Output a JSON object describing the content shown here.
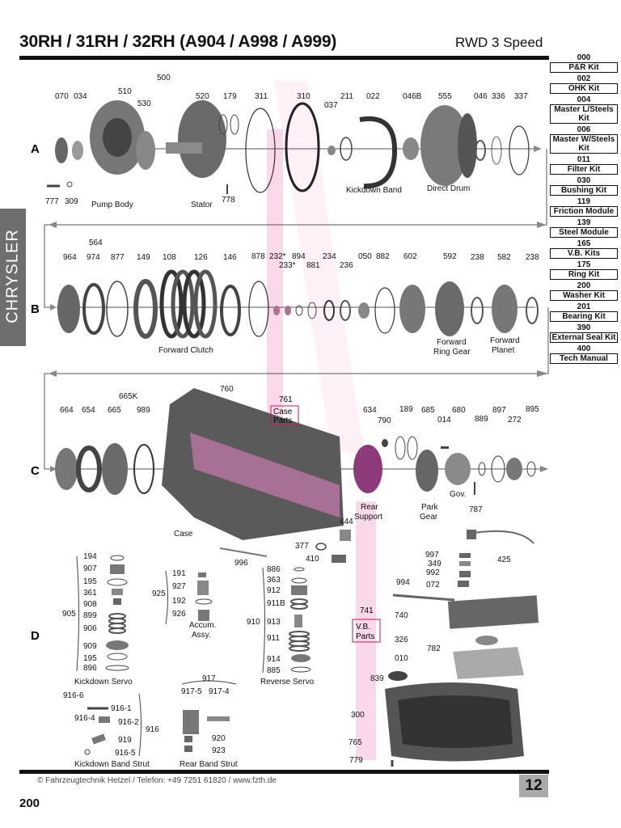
{
  "header": {
    "title": "30RH / 31RH / 32RH (A904 / A998 / A999)",
    "subtitle": "RWD 3 Speed"
  },
  "side_tab": "CHRYSLER",
  "rows": [
    "A",
    "B",
    "C",
    "D"
  ],
  "kits": [
    {
      "num": "000",
      "label": "P&R Kit"
    },
    {
      "num": "002",
      "label": "OHK Kit"
    },
    {
      "num": "004",
      "label": "Master L/Steels Kit"
    },
    {
      "num": "006",
      "label": "Master W/Steels Kit"
    },
    {
      "num": "011",
      "label": "Filter Kit"
    },
    {
      "num": "030",
      "label": "Bushing Kit"
    },
    {
      "num": "119",
      "label": "Friction Module"
    },
    {
      "num": "139",
      "label": "Steel Module"
    },
    {
      "num": "165",
      "label": "V.B. Kits"
    },
    {
      "num": "175",
      "label": "Ring Kit"
    },
    {
      "num": "200",
      "label": "Washer Kit"
    },
    {
      "num": "201",
      "label": "Bearing Kit"
    },
    {
      "num": "390",
      "label": "External Seal Kit"
    },
    {
      "num": "400",
      "label": "Tech Manual"
    }
  ],
  "row_a": {
    "part_numbers": [
      "070",
      "034",
      "500",
      "510",
      "530",
      "520",
      "179",
      "311",
      "310",
      "037",
      "211",
      "022",
      "046B",
      "555",
      "046",
      "336",
      "337",
      "777",
      "309",
      "778"
    ],
    "labels": [
      "Pump Body",
      "Stator",
      "Kickdown Band",
      "Direct Drum"
    ]
  },
  "row_b": {
    "part_numbers": [
      "564",
      "964",
      "974",
      "877",
      "149",
      "108",
      "126",
      "146",
      "878",
      "232*",
      "233*",
      "894",
      "881",
      "234",
      "236",
      "050",
      "882",
      "602",
      "592",
      "238",
      "582",
      "238"
    ],
    "labels": [
      "Forward Clutch",
      "Forward Ring Gear",
      "Forward Planet"
    ]
  },
  "row_c": {
    "part_numbers": [
      "665K",
      "664",
      "654",
      "665",
      "989",
      "760",
      "634",
      "790",
      "189",
      "685",
      "014",
      "680",
      "889",
      "897",
      "272",
      "895",
      "444",
      "377",
      "410",
      "996",
      "787"
    ],
    "labels": [
      "Case Parts",
      "Case",
      "Rear Support",
      "Park Gear",
      "Gov."
    ],
    "callout_761": "761"
  },
  "row_d": {
    "kickdown_servo": {
      "group": "905",
      "parts": [
        "194",
        "907",
        "195",
        "361",
        "908",
        "899",
        "906",
        "909",
        "195",
        "896"
      ],
      "label": "Kickdown Servo"
    },
    "accum": {
      "group": "925",
      "parts": [
        "191",
        "927",
        "192",
        "926"
      ],
      "label": "Accum. Assy."
    },
    "reverse_servo": {
      "group": "910",
      "parts": [
        "886",
        "363",
        "912",
        "911B",
        "913",
        "911",
        "914",
        "885"
      ],
      "label": "Reverse Servo"
    },
    "kd_band_strut": {
      "group": "916",
      "parts": [
        "916-6",
        "916-1",
        "916-4",
        "916-2",
        "919",
        "916-5"
      ],
      "label": "Kickdown Band Strut"
    },
    "rear_band_strut": {
      "group": "917",
      "parts": [
        "917-5",
        "917-4",
        "920",
        "923"
      ],
      "label": "Rear Band Strut"
    },
    "valve_body": {
      "parts": [
        "997",
        "349",
        "992",
        "072",
        "425",
        "994",
        "740",
        "326",
        "782",
        "010",
        "839",
        "300",
        "765",
        "779"
      ],
      "callout_num": "741",
      "callout_label": "V.B. Parts"
    }
  },
  "footer": {
    "text": "© Fahrzeugtechnik Hetzel / Telefon: +49 7251 61820 / www.fzth.de",
    "page_box": "12",
    "page_number": "200"
  }
}
